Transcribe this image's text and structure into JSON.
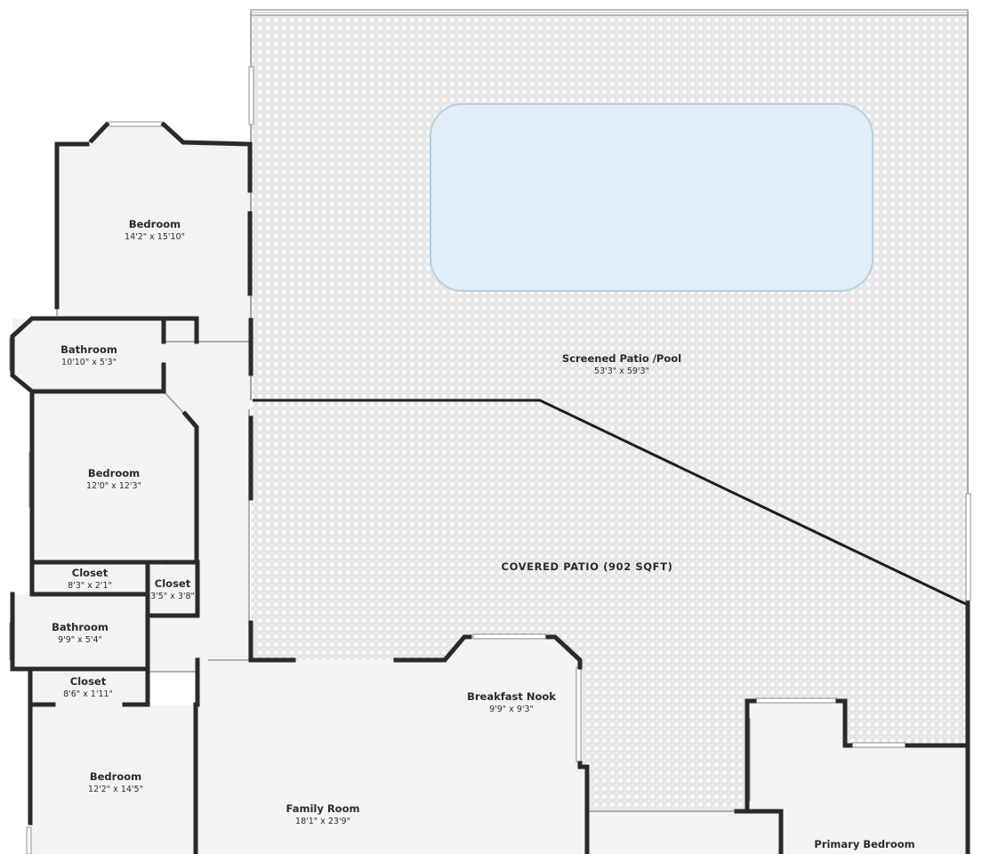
{
  "colors": {
    "floor": "#f3f3f3",
    "patio": "#ececec",
    "pool": "#dfeef8",
    "pool_edge": "#b9cfdd",
    "wall": "#2a2a2a"
  },
  "rooms": {
    "bedroom_top": {
      "name": "Bedroom",
      "dims": "14'2\" x 15'10\""
    },
    "bathroom_1": {
      "name": "Bathroom",
      "dims": "10'10\" x 5'3\""
    },
    "bedroom_mid": {
      "name": "Bedroom",
      "dims": "12'0\" x 12'3\""
    },
    "closet_1": {
      "name": "Closet",
      "dims": "8'3\" x 2'1\""
    },
    "closet_2": {
      "name": "Closet",
      "dims": "3'5\" x 3'8\""
    },
    "bathroom_2": {
      "name": "Bathroom",
      "dims": "9'9\" x 5'4\""
    },
    "closet_3": {
      "name": "Closet",
      "dims": "8'6\" x 1'11\""
    },
    "bedroom_bottom": {
      "name": "Bedroom",
      "dims": "12'2\" x 14'5\""
    },
    "family_room": {
      "name": "Family Room",
      "dims": "18'1\" x 23'9\""
    },
    "breakfast_nook": {
      "name": "Breakfast Nook",
      "dims": "9'9\" x 9'3\""
    },
    "screened_patio": {
      "name": "Screened Patio /Pool",
      "dims": "53'3\" x 59'3\""
    },
    "covered_patio": {
      "name": "COVERED PATIO (902 SQFT)"
    },
    "primary_bedroom": {
      "name": "Primary Bedroom"
    }
  }
}
